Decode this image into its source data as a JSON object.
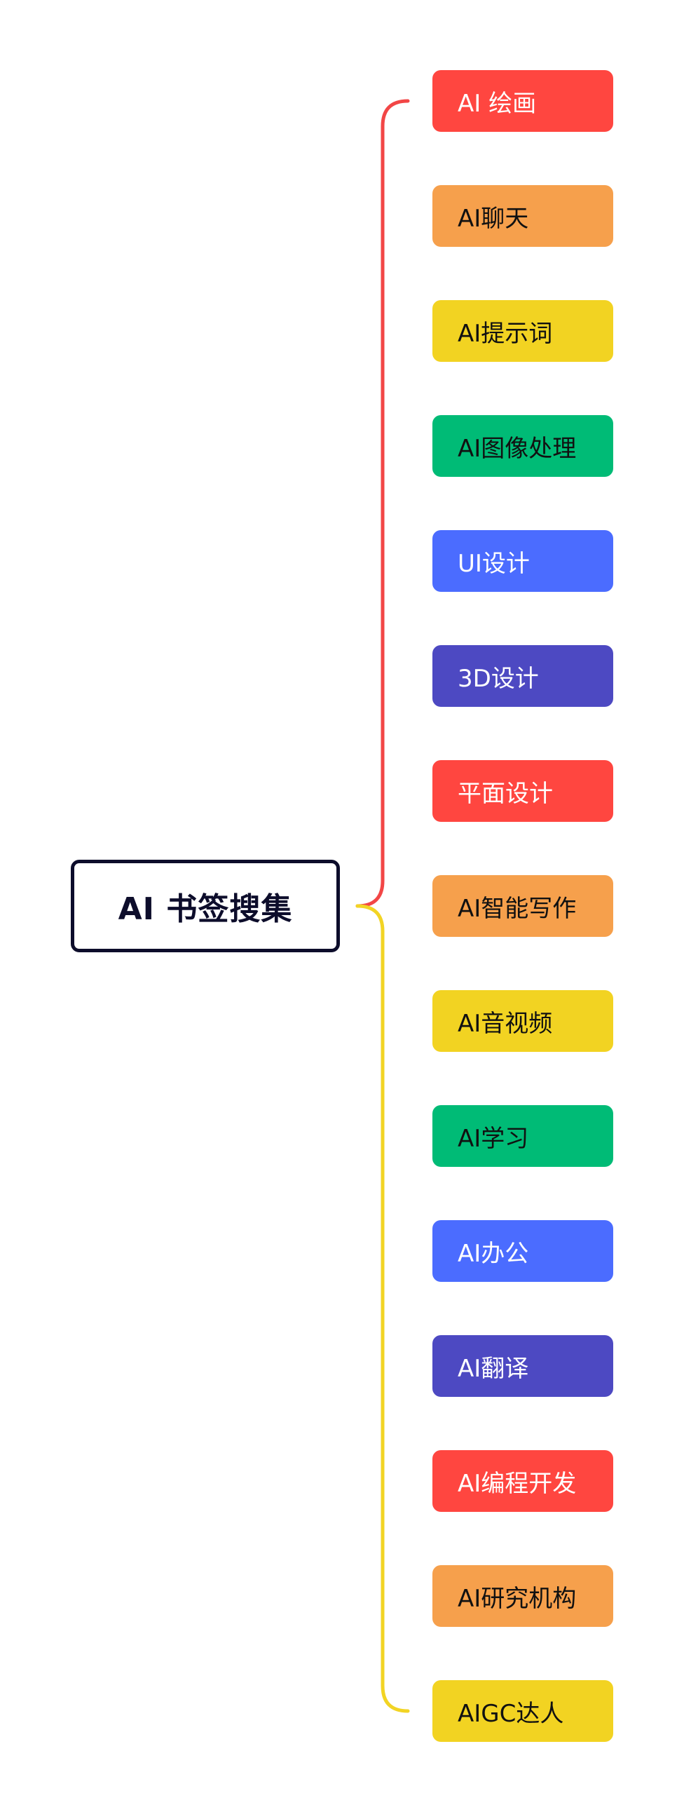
{
  "root": {
    "label": "AI 书签搜集"
  },
  "colors": {
    "upper_branch": "#f24646",
    "lower_branch": "#f2d424",
    "root_border": "#0d0d2b"
  },
  "children": [
    {
      "label": "AI 绘画",
      "bg": "#ff4640",
      "fg": "#ffffff"
    },
    {
      "label": "AI聊天",
      "bg": "#f6a04c",
      "fg": "#111111"
    },
    {
      "label": "AI提示词",
      "bg": "#f2d322",
      "fg": "#111111"
    },
    {
      "label": "AI图像处理",
      "bg": "#00bb76",
      "fg": "#111111"
    },
    {
      "label": "UI设计",
      "bg": "#4b6cff",
      "fg": "#ffffff"
    },
    {
      "label": "3D设计",
      "bg": "#4d49c2",
      "fg": "#ffffff"
    },
    {
      "label": "平面设计",
      "bg": "#ff4640",
      "fg": "#ffffff"
    },
    {
      "label": "AI智能写作",
      "bg": "#f6a04c",
      "fg": "#111111"
    },
    {
      "label": "AI音视频",
      "bg": "#f2d322",
      "fg": "#111111"
    },
    {
      "label": "AI学习",
      "bg": "#00bb76",
      "fg": "#111111"
    },
    {
      "label": "AI办公",
      "bg": "#4b6cff",
      "fg": "#ffffff"
    },
    {
      "label": "AI翻译",
      "bg": "#4d49c2",
      "fg": "#ffffff"
    },
    {
      "label": "AI编程开发",
      "bg": "#ff4640",
      "fg": "#ffffff"
    },
    {
      "label": "AI研究机构",
      "bg": "#f6a04c",
      "fg": "#111111"
    },
    {
      "label": "AIGC达人",
      "bg": "#f2d322",
      "fg": "#111111"
    }
  ]
}
